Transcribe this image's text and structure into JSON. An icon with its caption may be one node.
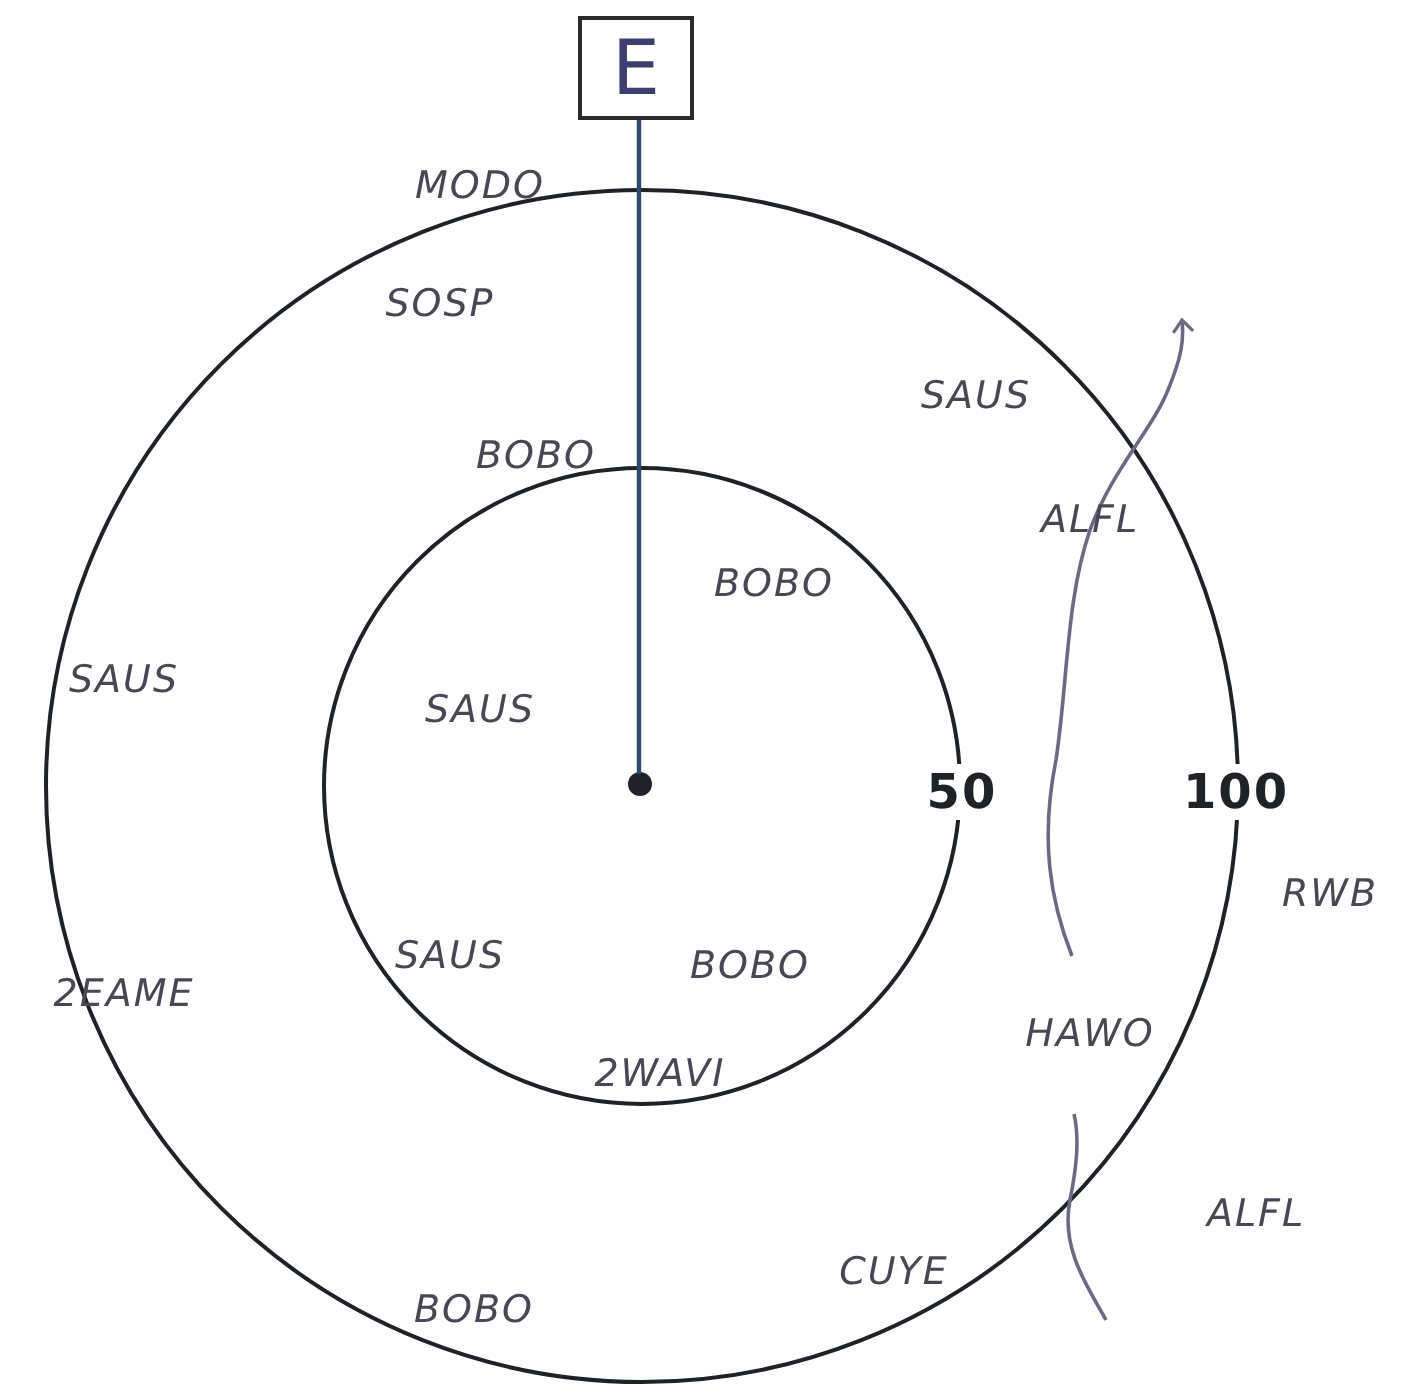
{
  "diagram": {
    "nodes": [
      {
        "text": [],
        "shape": "circle"
      },
      {
        "text": [],
        "shape": "circle",
        "in": 0
      },
      {
        "text": [
          "E"
        ]
      },
      {
        "text": [],
        "shape": "circle",
        "in": 1
      }
    ],
    "edges": [
      {
        "from": 2,
        "to": 3,
        "arrow": "none"
      }
    ],
    "labels": [
      "MODO",
      "SOSP",
      "SAUS",
      "BOBO",
      "ALFL",
      "BOBO",
      "SAUS",
      "SAUS",
      "50",
      "100",
      "RWB",
      "SAUS",
      "BOBO",
      "2EAME",
      "HAWO",
      "2WAVI",
      "ALFL",
      "CUYE",
      "BOBO"
    ]
  }
}
